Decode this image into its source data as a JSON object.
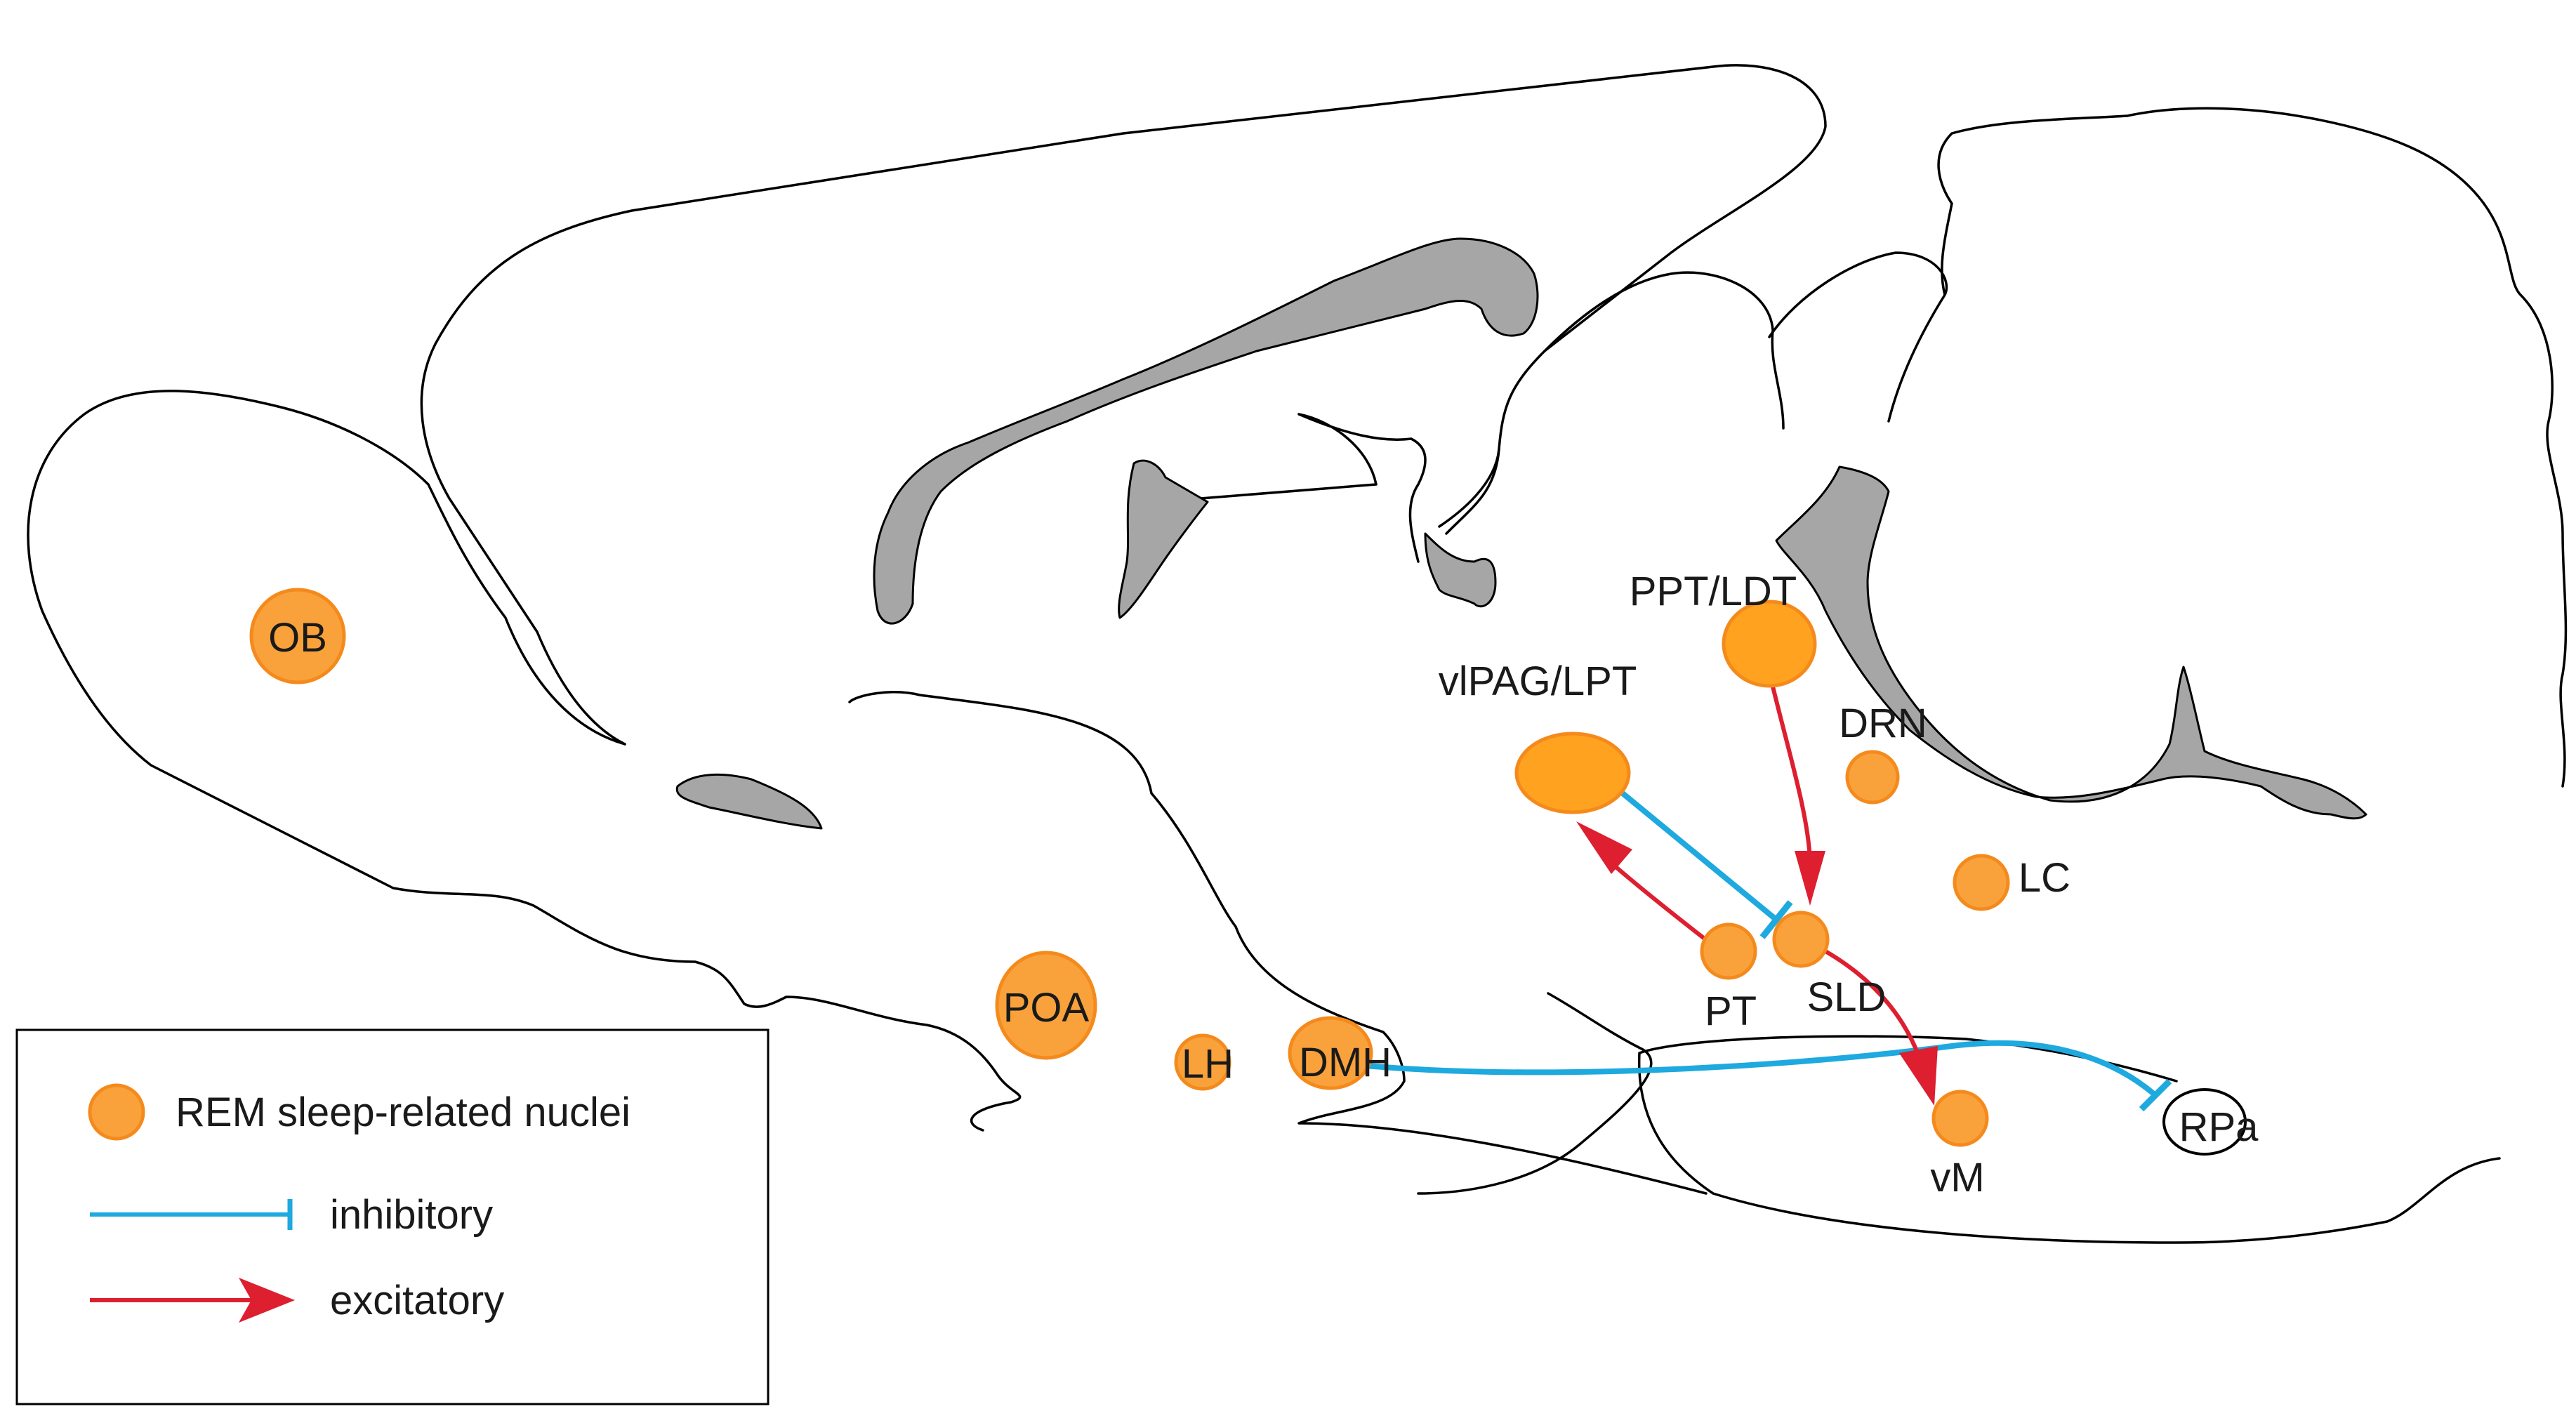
{
  "colors": {
    "nucleus_fill": "#ffa21f",
    "nucleus_stroke": "#f58a1c",
    "inhibitory": "#1ea9df",
    "excitatory": "#dd1f30",
    "ventricle": "#a6a6a6",
    "outline": "#000000"
  },
  "nuclei": {
    "ob": "OB",
    "poa": "POA",
    "lh": "LH",
    "dmh": "DMH",
    "vlpag_lpt": "vlPAG/LPT",
    "ppt_ldt": "PPT/LDT",
    "drn": "DRN",
    "lc": "LC",
    "pt": "PT",
    "sld": "SLD",
    "vm": "vM",
    "rpa": "RPa"
  },
  "legend": {
    "nuclei_label": "REM sleep-related nuclei",
    "inhibitory_label": "inhibitory",
    "excitatory_label": "excitatory"
  },
  "connections": [
    {
      "from": "PPT/LDT",
      "to": "SLD",
      "type": "excitatory"
    },
    {
      "from": "PT",
      "to": "vlPAG/LPT",
      "type": "excitatory"
    },
    {
      "from": "vlPAG/LPT",
      "to": "SLD",
      "type": "inhibitory"
    },
    {
      "from": "SLD",
      "to": "vM",
      "type": "excitatory"
    },
    {
      "from": "DMH",
      "to": "RPa",
      "type": "inhibitory"
    }
  ]
}
